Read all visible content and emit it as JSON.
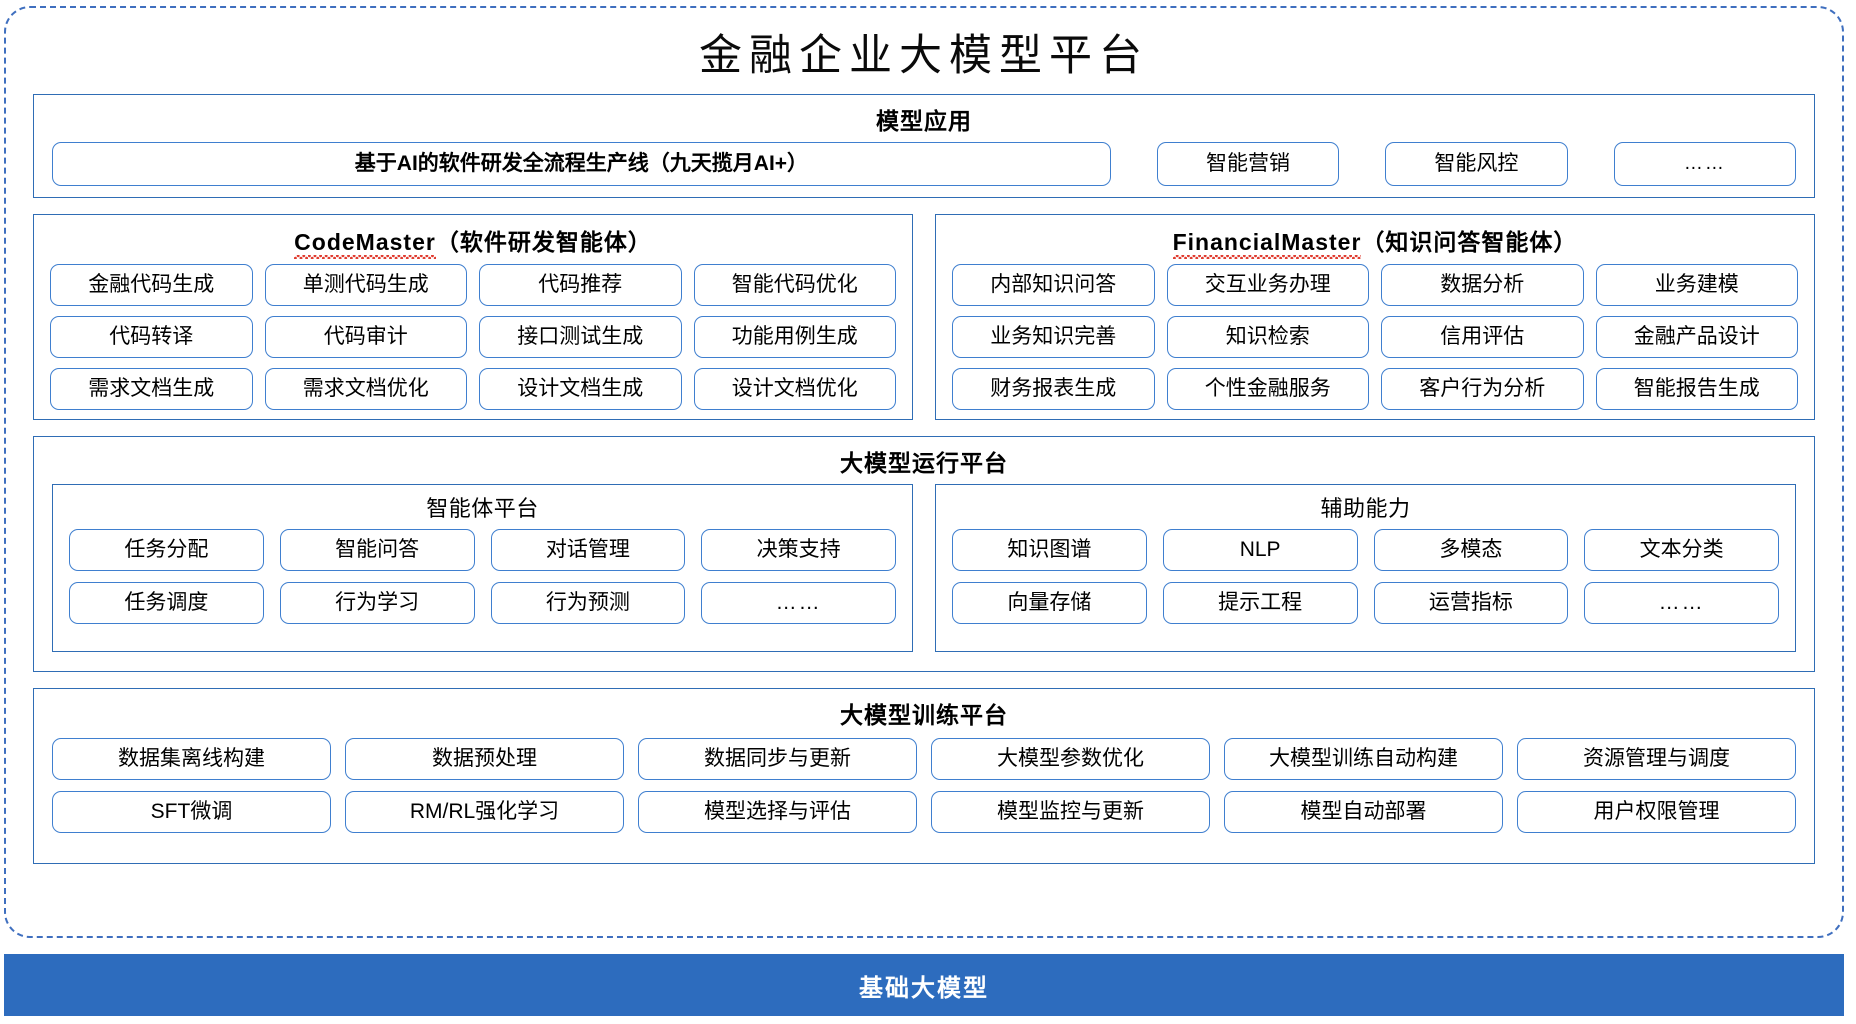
{
  "title": "金融企业大模型平台",
  "colors": {
    "frame_dashed": "#3f6fbf",
    "panel_border": "#2f6db5",
    "pill_border": "#3f7fcf",
    "base_bar": "#2d6cbe",
    "spellcheck_squiggle": "#e03b2f",
    "text": "#000000",
    "base_bar_text": "#ffffff"
  },
  "model_application": {
    "heading": "模型应用",
    "main_item": "基于AI的软件研发全流程生产线（九天揽月AI+）",
    "items": [
      "智能营销",
      "智能风控",
      "……"
    ]
  },
  "agents": [
    {
      "name": "CodeMaster",
      "suffix": "（软件研发智能体）",
      "spellcheck_underline": true,
      "items": [
        "金融代码生成",
        "单测代码生成",
        "代码推荐",
        "智能代码优化",
        "代码转译",
        "代码审计",
        "接口测试生成",
        "功能用例生成",
        "需求文档生成",
        "需求文档优化",
        "设计文档生成",
        "设计文档优化"
      ]
    },
    {
      "name": "FinancialMaster",
      "suffix": "（知识问答智能体）",
      "spellcheck_underline": true,
      "items": [
        "内部知识问答",
        "交互业务办理",
        "数据分析",
        "业务建模",
        "业务知识完善",
        "知识检索",
        "信用评估",
        "金融产品设计",
        "财务报表生成",
        "个性金融服务",
        "客户行为分析",
        "智能报告生成"
      ]
    }
  ],
  "runtime_platform": {
    "heading": "大模型运行平台",
    "sub_panels": [
      {
        "heading": "智能体平台",
        "items": [
          "任务分配",
          "智能问答",
          "对话管理",
          "决策支持",
          "任务调度",
          "行为学习",
          "行为预测",
          "……"
        ]
      },
      {
        "heading": "辅助能力",
        "items": [
          "知识图谱",
          "NLP",
          "多模态",
          "文本分类",
          "向量存储",
          "提示工程",
          "运营指标",
          "……"
        ]
      }
    ]
  },
  "training_platform": {
    "heading": "大模型训练平台",
    "items": [
      "数据集离线构建",
      "数据预处理",
      "数据同步与更新",
      "大模型参数优化",
      "大模型训练自动构建",
      "资源管理与调度",
      "SFT微调",
      "RM/RL强化学习",
      "模型选择与评估",
      "模型监控与更新",
      "模型自动部署",
      "用户权限管理"
    ]
  },
  "base_model_bar": {
    "label": "基础大模型"
  }
}
